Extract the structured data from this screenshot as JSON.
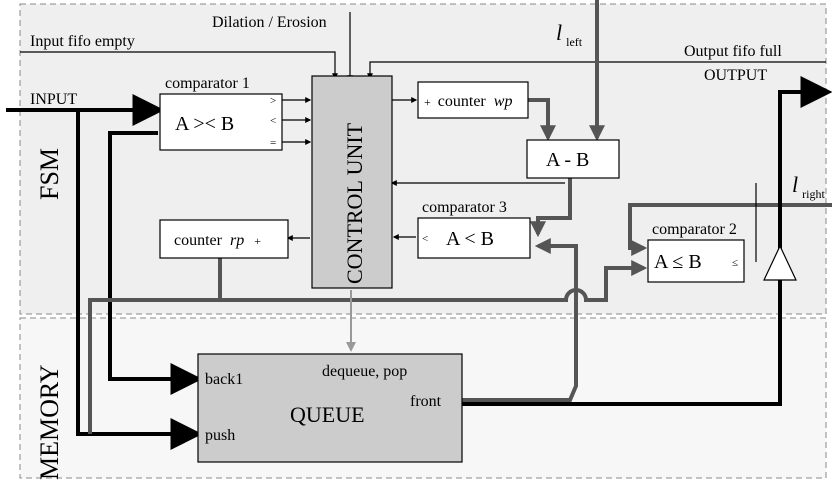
{
  "regions": {
    "fsm": "FSM",
    "memory": "MEMORY"
  },
  "signals": {
    "dilation_erosion": "Dilation / Erosion",
    "input_fifo_empty": "Input fifo empty",
    "input": "INPUT",
    "output_fifo_full": "Output fifo full",
    "output": "OUTPUT",
    "l_left_base": "l",
    "l_left_sub": "left",
    "l_right_base": "l",
    "l_right_sub": "right"
  },
  "blocks": {
    "comparator1": {
      "title": "comparator 1",
      "op": "A >< B",
      "out_gt": ">",
      "out_lt": "<",
      "out_eq": "="
    },
    "control_unit": {
      "label": "CONTROL UNIT"
    },
    "counter_wp": {
      "plus": "+",
      "label": "counter",
      "var": "wp"
    },
    "sub": {
      "op": "A - B"
    },
    "comparator3": {
      "title": "comparator 3",
      "out": "<",
      "op": "A < B"
    },
    "counter_rp": {
      "label": "counter",
      "var": "rp",
      "plus": "+"
    },
    "comparator2": {
      "title": "comparator 2",
      "op": "A ≤ B",
      "out": "≤"
    },
    "queue": {
      "label": "QUEUE",
      "port_back1": "back1",
      "port_push": "push",
      "port_dequeue": "dequeue, pop",
      "port_front": "front"
    }
  },
  "colors": {
    "fsm_background": "#efefef",
    "block_gray": "#cccccc",
    "wire_gray": "#555555",
    "wire_black": "#000000"
  }
}
